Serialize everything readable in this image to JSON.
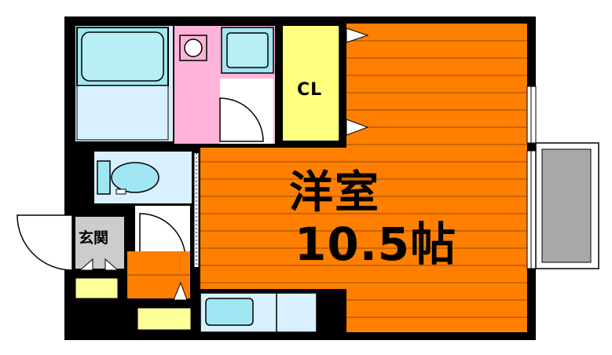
{
  "rooms": {
    "closet": "CL",
    "entrance": "玄関",
    "western_room_name": "洋室",
    "western_room_size": "10.5帖"
  },
  "colors": {
    "wall": "#000000",
    "floor_wood": "#ff7f00",
    "floor_line": "#9a4a00",
    "water_room": "#d8f0ff",
    "fixture": "#9fe6f2",
    "toilet_room": "#ffb3d9",
    "closet": "#ffff80",
    "shoe_box": "#ffff99",
    "entrance_floor": "#cccccc",
    "balcony": "#a8a8a8"
  }
}
